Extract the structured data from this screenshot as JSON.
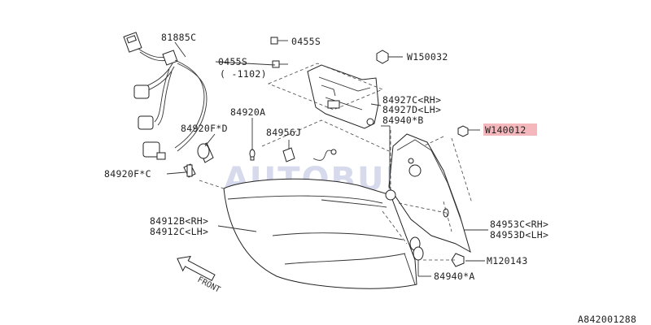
{
  "labels": {
    "p81885c": "81885C",
    "p0455s_top": "0455S",
    "p0455s_mid": "0455S",
    "p0455s_note": "( -1102)",
    "w150032": "W150032",
    "p84927c": "84927C<RH>",
    "p84927d": "84927D<LH>",
    "p84920a": "84920A",
    "p84920f_d": "84920F*D",
    "p84956j": "84956J",
    "p84940b": "84940*B",
    "w140012": "W140012",
    "p84920f_c": "84920F*C",
    "p84912b": "84912B<RH>",
    "p84912c": "84912C<LH>",
    "p84953c": "84953C<RH>",
    "p84953d": "84953D<LH>",
    "m120143": "M120143",
    "p84940a": "84940*A",
    "front": "FRONT",
    "diagram_code": "A842001288"
  },
  "watermark": "AUTOBUM",
  "highlight_color": "#f4b8bc",
  "icons": [
    "front-arrow-icon",
    "bulb-icon",
    "socket-icon",
    "screw-icon",
    "clip-icon"
  ]
}
